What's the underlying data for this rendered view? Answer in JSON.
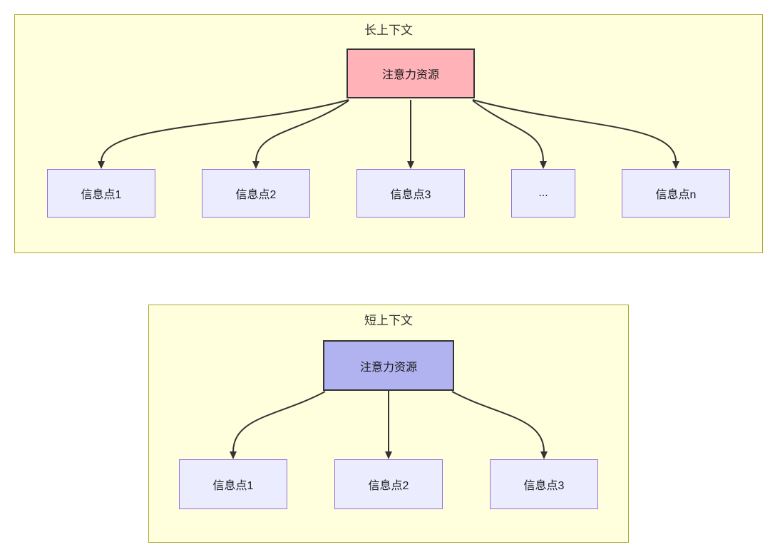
{
  "diagram": {
    "type": "flowchart",
    "colors": {
      "container_fill": "#ffffde",
      "container_stroke": "#aaaa33",
      "child_fill": "#ececff",
      "child_stroke": "#9370db",
      "long_root_fill": "#ffb3b8",
      "short_root_fill": "#b1b3f1",
      "root_stroke": "#333333",
      "arrow": "#333333",
      "text": "#1a1a1a"
    },
    "sections": [
      {
        "title": "长上下文",
        "root": {
          "label": "注意力资源"
        },
        "children": [
          {
            "label": "信息点1"
          },
          {
            "label": "信息点2"
          },
          {
            "label": "信息点3"
          },
          {
            "label": "..."
          },
          {
            "label": "信息点n"
          }
        ]
      },
      {
        "title": "短上下文",
        "root": {
          "label": "注意力资源"
        },
        "children": [
          {
            "label": "信息点1"
          },
          {
            "label": "信息点2"
          },
          {
            "label": "信息点3"
          }
        ]
      }
    ]
  }
}
